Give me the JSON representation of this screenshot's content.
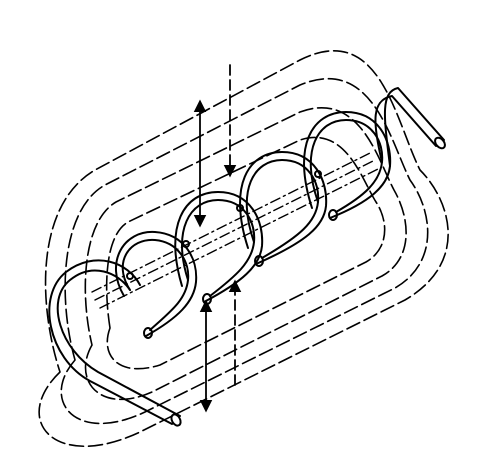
{
  "figure": {
    "subject": "solenoid-magnetic-field",
    "turns": 5,
    "field_line_loops": 4,
    "arrows": [
      {
        "id": "arrow-top-double",
        "direction": "up-and-down"
      },
      {
        "id": "arrow-top-dashed",
        "direction": "down"
      },
      {
        "id": "arrow-bottom-dashed",
        "direction": "up"
      },
      {
        "id": "arrow-bottom-double",
        "direction": "up-and-down"
      }
    ],
    "colors": {
      "ink": "#000000",
      "background": "#ffffff"
    }
  }
}
